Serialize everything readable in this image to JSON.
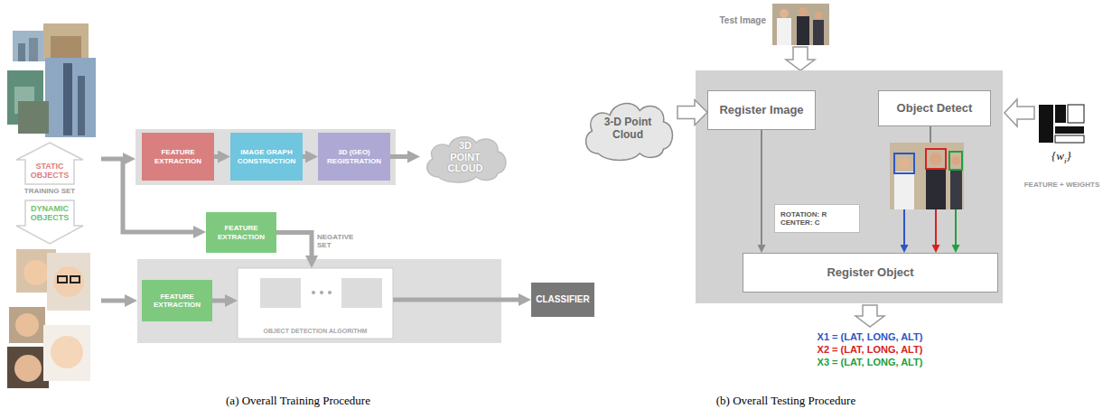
{
  "diagram": {
    "nodes": [
      {
        "text": [
          "FEATURE EXTRACTION"
        ]
      },
      {
        "text": [
          "IMAGE GRAPH CONSTRUCTION"
        ]
      },
      {
        "text": [
          "3D (GEO) REGISTRATION"
        ]
      },
      {
        "text": [
          "3D POINT CLOUD"
        ]
      },
      {
        "text": [
          "FEATURE EXTRACTION"
        ]
      },
      {
        "text": [
          "FEATURE EXTRACTION"
        ]
      },
      {
        "text": [
          "OBJECT DETECTION ALGORITHM"
        ]
      },
      {
        "text": [
          "CLASSIFIER"
        ]
      },
      {
        "text": [
          "3-D Point Cloud"
        ]
      },
      {
        "text": [
          "Register Image"
        ]
      },
      {
        "text": [
          "Object Detect"
        ]
      },
      {
        "text": [
          "ROTATION: R",
          "CENTER: C"
        ]
      },
      {
        "text": [
          "Register Object"
        ]
      }
    ],
    "edges": [
      {
        "from": 0,
        "to": 1,
        "arrow": "to"
      },
      {
        "from": 1,
        "to": 2,
        "arrow": "to"
      },
      {
        "from": 2,
        "to": 3,
        "arrow": "to"
      },
      {
        "from": 4,
        "to": 6,
        "label": "NEGATIVE SET",
        "arrow": "to"
      },
      {
        "from": 5,
        "to": 6,
        "arrow": "to"
      },
      {
        "from": 6,
        "to": 7,
        "arrow": "to"
      },
      {
        "from": 8,
        "to": 9,
        "arrow": "to"
      },
      {
        "from": 9,
        "to": 12,
        "arrow": "to"
      }
    ],
    "labels": [
      "STATIC OBJECTS",
      "TRAINING SET",
      "DYNAMIC OBJECTS",
      "Test Image",
      "{w",
      "i",
      "}",
      "FEATURE + WEIGHTS",
      "X1 = (LAT, LONG, ALT)",
      "X2 = (LAT, LONG, ALT)",
      "X3 = (LAT, LONG, ALT)",
      "(a) Overall Training Procedure",
      "(b) Overall Testing Procedure"
    ]
  }
}
